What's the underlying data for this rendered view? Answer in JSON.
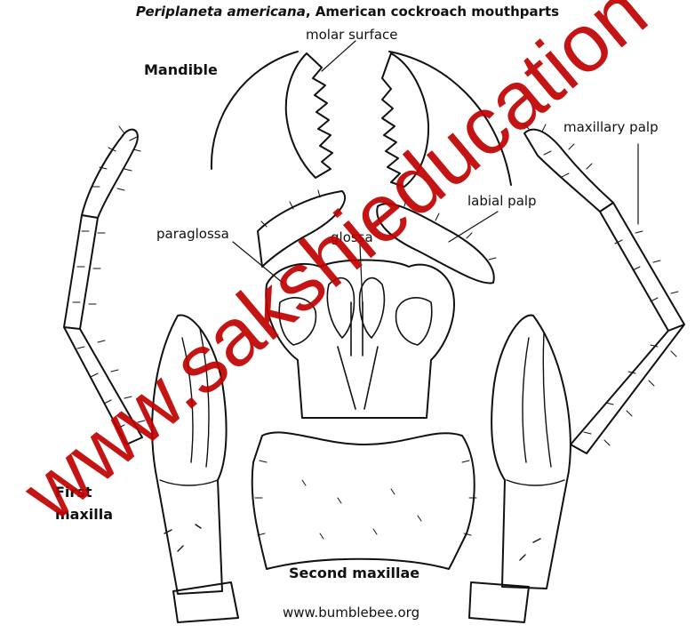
{
  "title": {
    "species": "Periplaneta americana",
    "rest": ", American cockroach mouthparts"
  },
  "labels": {
    "molar_surface": "molar surface",
    "mandible": "Mandible",
    "maxillary_palp": "maxillary palp",
    "labial_palp": "labial palp",
    "paraglossa": "paraglossa",
    "glossa": "glossa",
    "first_maxilla_line1": "First",
    "first_maxilla_line2": "maxilla",
    "second_maxillae": "Second maxillae",
    "source_url": "www.bumblebee.org"
  },
  "watermark": {
    "text": "www.sakshieducation",
    "color": "#c00000"
  },
  "colors": {
    "ink": "#111111",
    "background": "#ffffff"
  }
}
